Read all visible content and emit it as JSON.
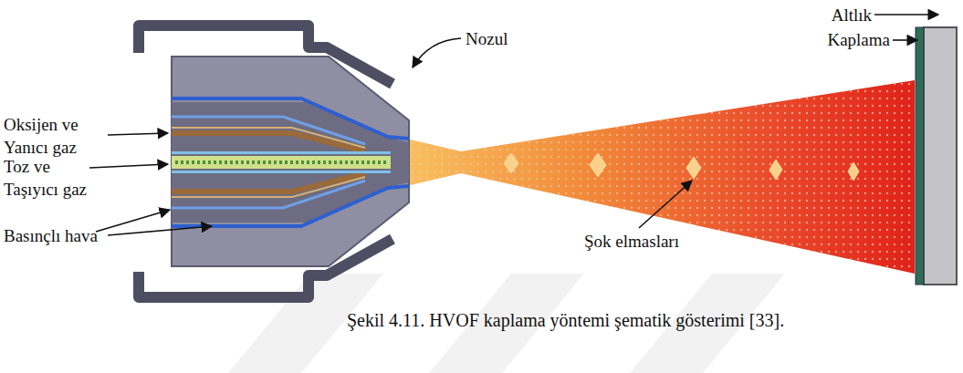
{
  "diagram": {
    "caption": "Şekil 4.11. HVOF kaplama yöntemi şematik gösterimi [33].",
    "labels": [
      "Oksijen ve Yanıcı gaz",
      "Toz ve Taşıyıcı gaz",
      "Basınçlı hava",
      "Nozul",
      "Şok elmasları",
      "Altlık",
      "Kaplama"
    ]
  }
}
